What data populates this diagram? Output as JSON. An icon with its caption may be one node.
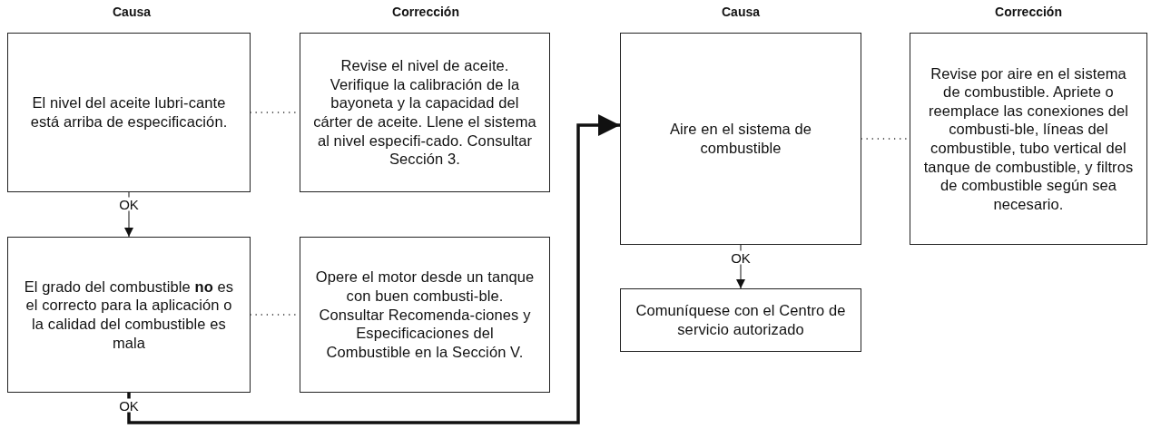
{
  "diagram": {
    "nodes": [
      {
        "text": [
          "El nivel del aceite lubri-cante está arriba de especificación."
        ]
      },
      {
        "text": [
          "Revise el nivel de aceite. Verifique la calibración de la bayoneta y la capacidad del cárter de aceite. Llene el sistema al nivel especifi-cado. Consultar Sección 3."
        ]
      },
      {
        "text": [
          "El grado del combustible **no** es el correcto para la aplicación o la calidad del combustible es mala"
        ]
      },
      {
        "text": [
          "Opere el motor desde un tanque con buen combusti-ble. Consultar Recomenda-ciones y Especificaciones del Combustible en la Sección V."
        ]
      },
      {
        "text": [
          "Aire en el sistema de combustible"
        ]
      },
      {
        "text": [
          "Revise por aire en el sistema de combustible. Apriete o reemplace las conexiones del combusti-ble, líneas del combustible, tubo vertical del tanque de combustible, y filtros de combustible según sea necesario."
        ]
      },
      {
        "text": [
          "Comuníquese con el Centro de servicio autorizado"
        ]
      }
    ],
    "edges": [
      {
        "from": 0,
        "to": 1,
        "arrow": "none",
        "style": "dashed"
      },
      {
        "from": 0,
        "to": 2,
        "arrow": "to",
        "label": "OK"
      },
      {
        "from": 2,
        "to": 3,
        "arrow": "none",
        "style": "dashed"
      },
      {
        "from": 2,
        "to": 4,
        "arrow": "to",
        "label": "OK",
        "style": "thick"
      },
      {
        "from": 4,
        "to": 5,
        "arrow": "none",
        "style": "dashed"
      },
      {
        "from": 4,
        "to": 6,
        "arrow": "to",
        "label": "OK"
      }
    ],
    "labels": [
      "Causa",
      "Corrección",
      "Causa",
      "Corrección"
    ]
  }
}
